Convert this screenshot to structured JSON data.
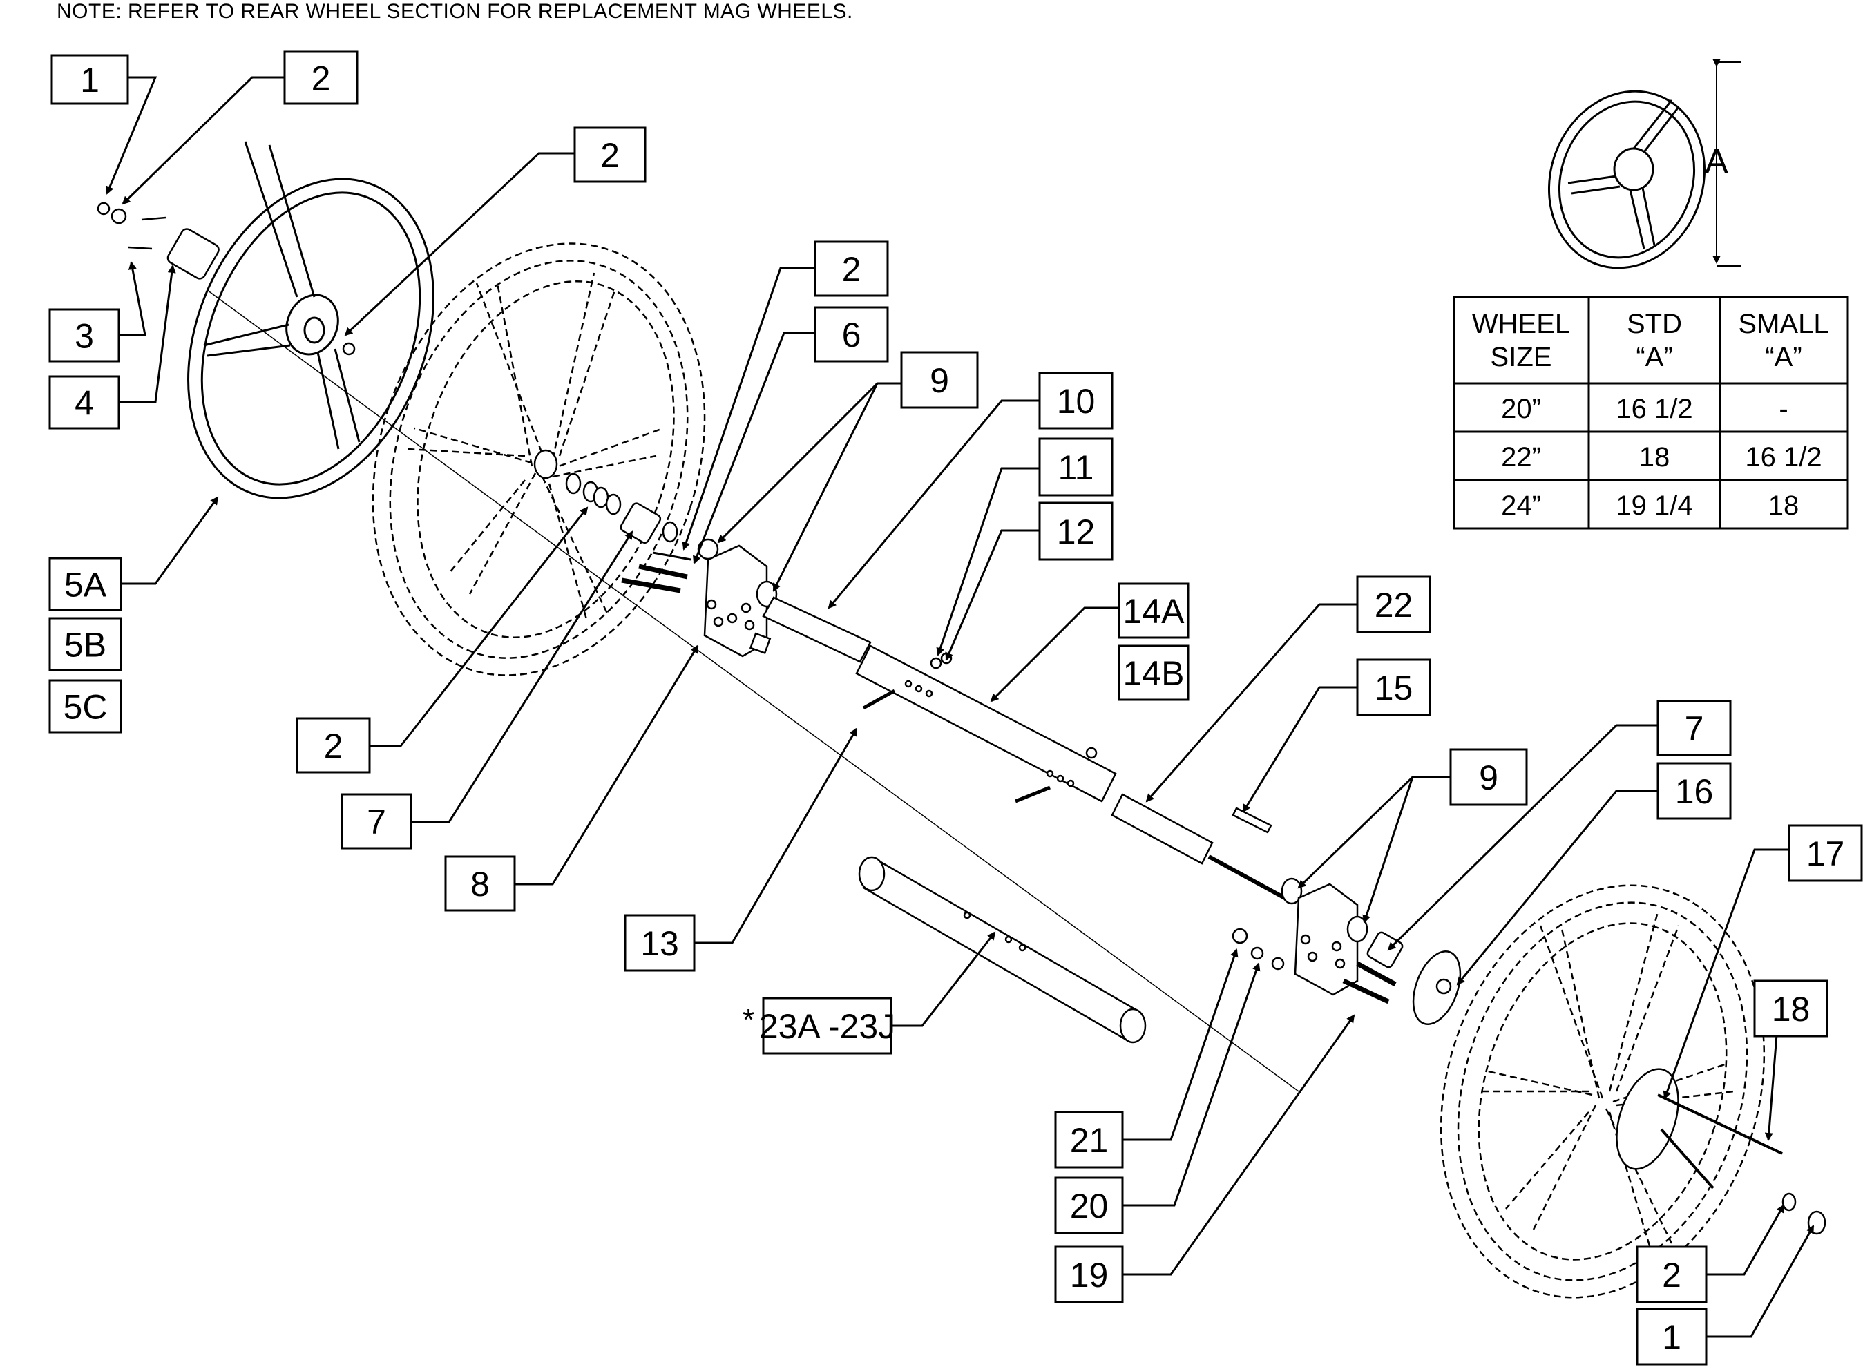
{
  "note": "NOTE: REFER TO REAR WHEEL SECTION FOR REPLACEMENT MAG WHEELS.",
  "callouts": [
    {
      "id": "c1a",
      "text": "1"
    },
    {
      "id": "c2a",
      "text": "2"
    },
    {
      "id": "c2b",
      "text": "2"
    },
    {
      "id": "c3",
      "text": "3"
    },
    {
      "id": "c4",
      "text": "4"
    },
    {
      "id": "c5A",
      "text": "5A"
    },
    {
      "id": "c5B",
      "text": "5B"
    },
    {
      "id": "c5C",
      "text": "5C"
    },
    {
      "id": "c2c",
      "text": "2"
    },
    {
      "id": "c7a",
      "text": "7"
    },
    {
      "id": "c8",
      "text": "8"
    },
    {
      "id": "c2d",
      "text": "2"
    },
    {
      "id": "c6",
      "text": "6"
    },
    {
      "id": "c9a",
      "text": "9"
    },
    {
      "id": "c10",
      "text": "10"
    },
    {
      "id": "c11",
      "text": "11"
    },
    {
      "id": "c12",
      "text": "12"
    },
    {
      "id": "c14A",
      "text": "14A"
    },
    {
      "id": "c14B",
      "text": "14B"
    },
    {
      "id": "c13",
      "text": "13"
    },
    {
      "id": "c23",
      "text": "23A -23J"
    },
    {
      "id": "c22",
      "text": "22"
    },
    {
      "id": "c15",
      "text": "15"
    },
    {
      "id": "c7b",
      "text": "7"
    },
    {
      "id": "c9b",
      "text": "9"
    },
    {
      "id": "c16",
      "text": "16"
    },
    {
      "id": "c17",
      "text": "17"
    },
    {
      "id": "c18",
      "text": "18"
    },
    {
      "id": "c21",
      "text": "21"
    },
    {
      "id": "c20",
      "text": "20"
    },
    {
      "id": "c19",
      "text": "19"
    },
    {
      "id": "c2e",
      "text": "2"
    },
    {
      "id": "c1b",
      "text": "1"
    }
  ],
  "asterisk": "*",
  "dimension_label": "A",
  "size_table": {
    "headers": [
      [
        "WHEEL",
        "SIZE"
      ],
      [
        "STD",
        "“A”"
      ],
      [
        "SMALL",
        "“A”"
      ]
    ],
    "rows": [
      [
        "20”",
        "16 1/2",
        "-"
      ],
      [
        "22”",
        "18",
        "16 1/2"
      ],
      [
        "24”",
        "19 1/4",
        "18"
      ]
    ]
  }
}
